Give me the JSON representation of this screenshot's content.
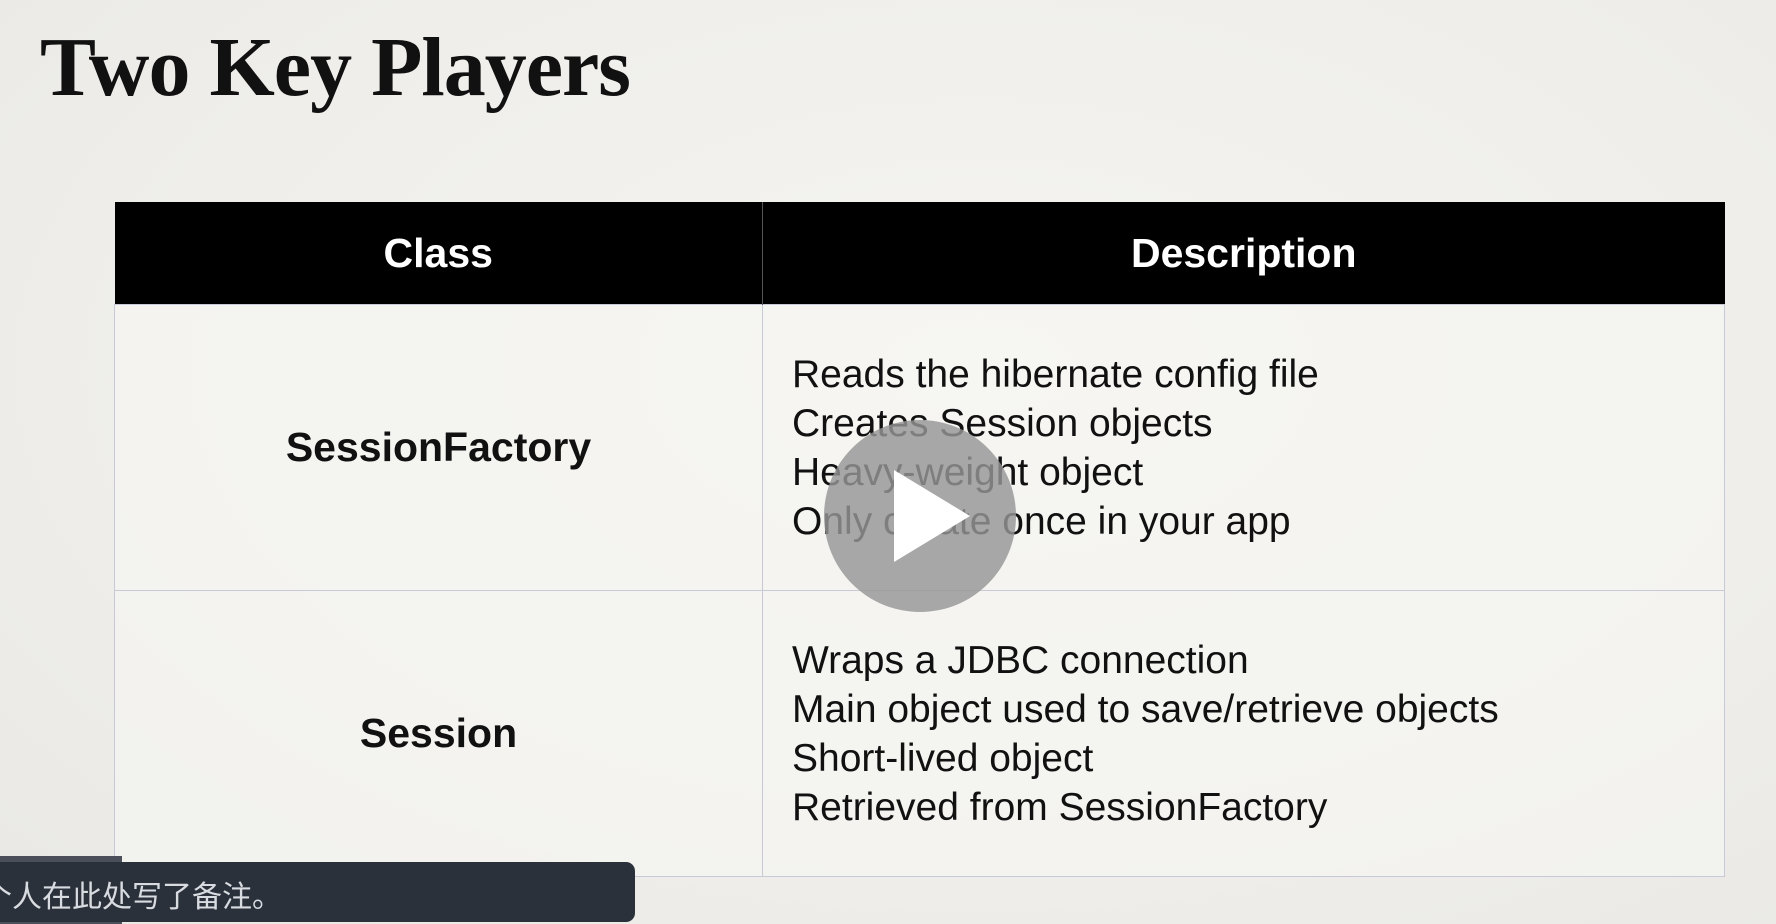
{
  "slide": {
    "title": "Two Key Players"
  },
  "table": {
    "headers": {
      "class": "Class",
      "description": "Description"
    },
    "rows": [
      {
        "class": "SessionFactory",
        "description": [
          "Reads the hibernate config file",
          "Creates Session objects",
          "Heavy-weight object",
          "Only create once in your app"
        ]
      },
      {
        "class": "Session",
        "description": [
          "Wraps a JDBC connection",
          "Main object used to save/retrieve objects",
          "Short-lived object",
          "Retrieved from SessionFactory"
        ]
      }
    ]
  },
  "video": {
    "play_icon": "play-icon",
    "overlay_color": "#969696"
  },
  "note_bar": {
    "text": "个人在此处写了备注。"
  }
}
